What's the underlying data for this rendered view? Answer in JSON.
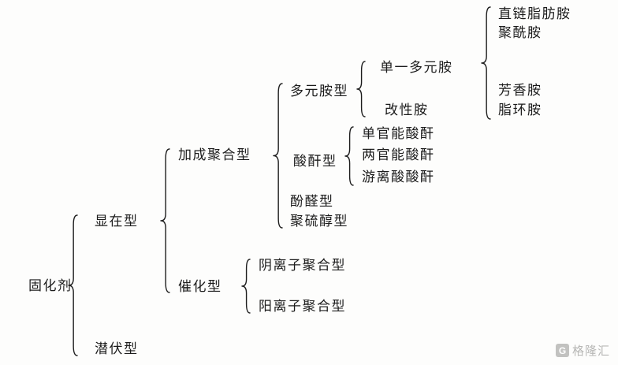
{
  "tree": {
    "label": "固化剂",
    "children": [
      {
        "label": "显在型",
        "children": [
          {
            "label": "加成聚合型",
            "children": [
              {
                "label": "多元胺型",
                "children": [
                  {
                    "label": "单一多元胺",
                    "children": [
                      {
                        "label": "直链脂肪胺"
                      },
                      {
                        "label": "聚酰胺"
                      },
                      {
                        "label": "芳香胺"
                      },
                      {
                        "label": "脂环胺"
                      }
                    ]
                  },
                  {
                    "label": "改性胺"
                  }
                ]
              },
              {
                "label": "酸酐型",
                "children": [
                  {
                    "label": "单官能酸酐"
                  },
                  {
                    "label": "两官能酸酐"
                  },
                  {
                    "label": "游离酸酸酐"
                  }
                ]
              },
              {
                "label": "酚醛型"
              },
              {
                "label": "聚硫醇型"
              }
            ]
          },
          {
            "label": "催化型",
            "children": [
              {
                "label": "阴离子聚合型"
              },
              {
                "label": "阳离子聚合型"
              }
            ]
          }
        ]
      },
      {
        "label": "潜伏型"
      }
    ]
  },
  "watermark": {
    "logo_letter": "G",
    "text": "格隆汇"
  },
  "colors": {
    "text": "#1c1c1c",
    "background": "#fdfdfc",
    "watermark": "#b7b7b5"
  }
}
